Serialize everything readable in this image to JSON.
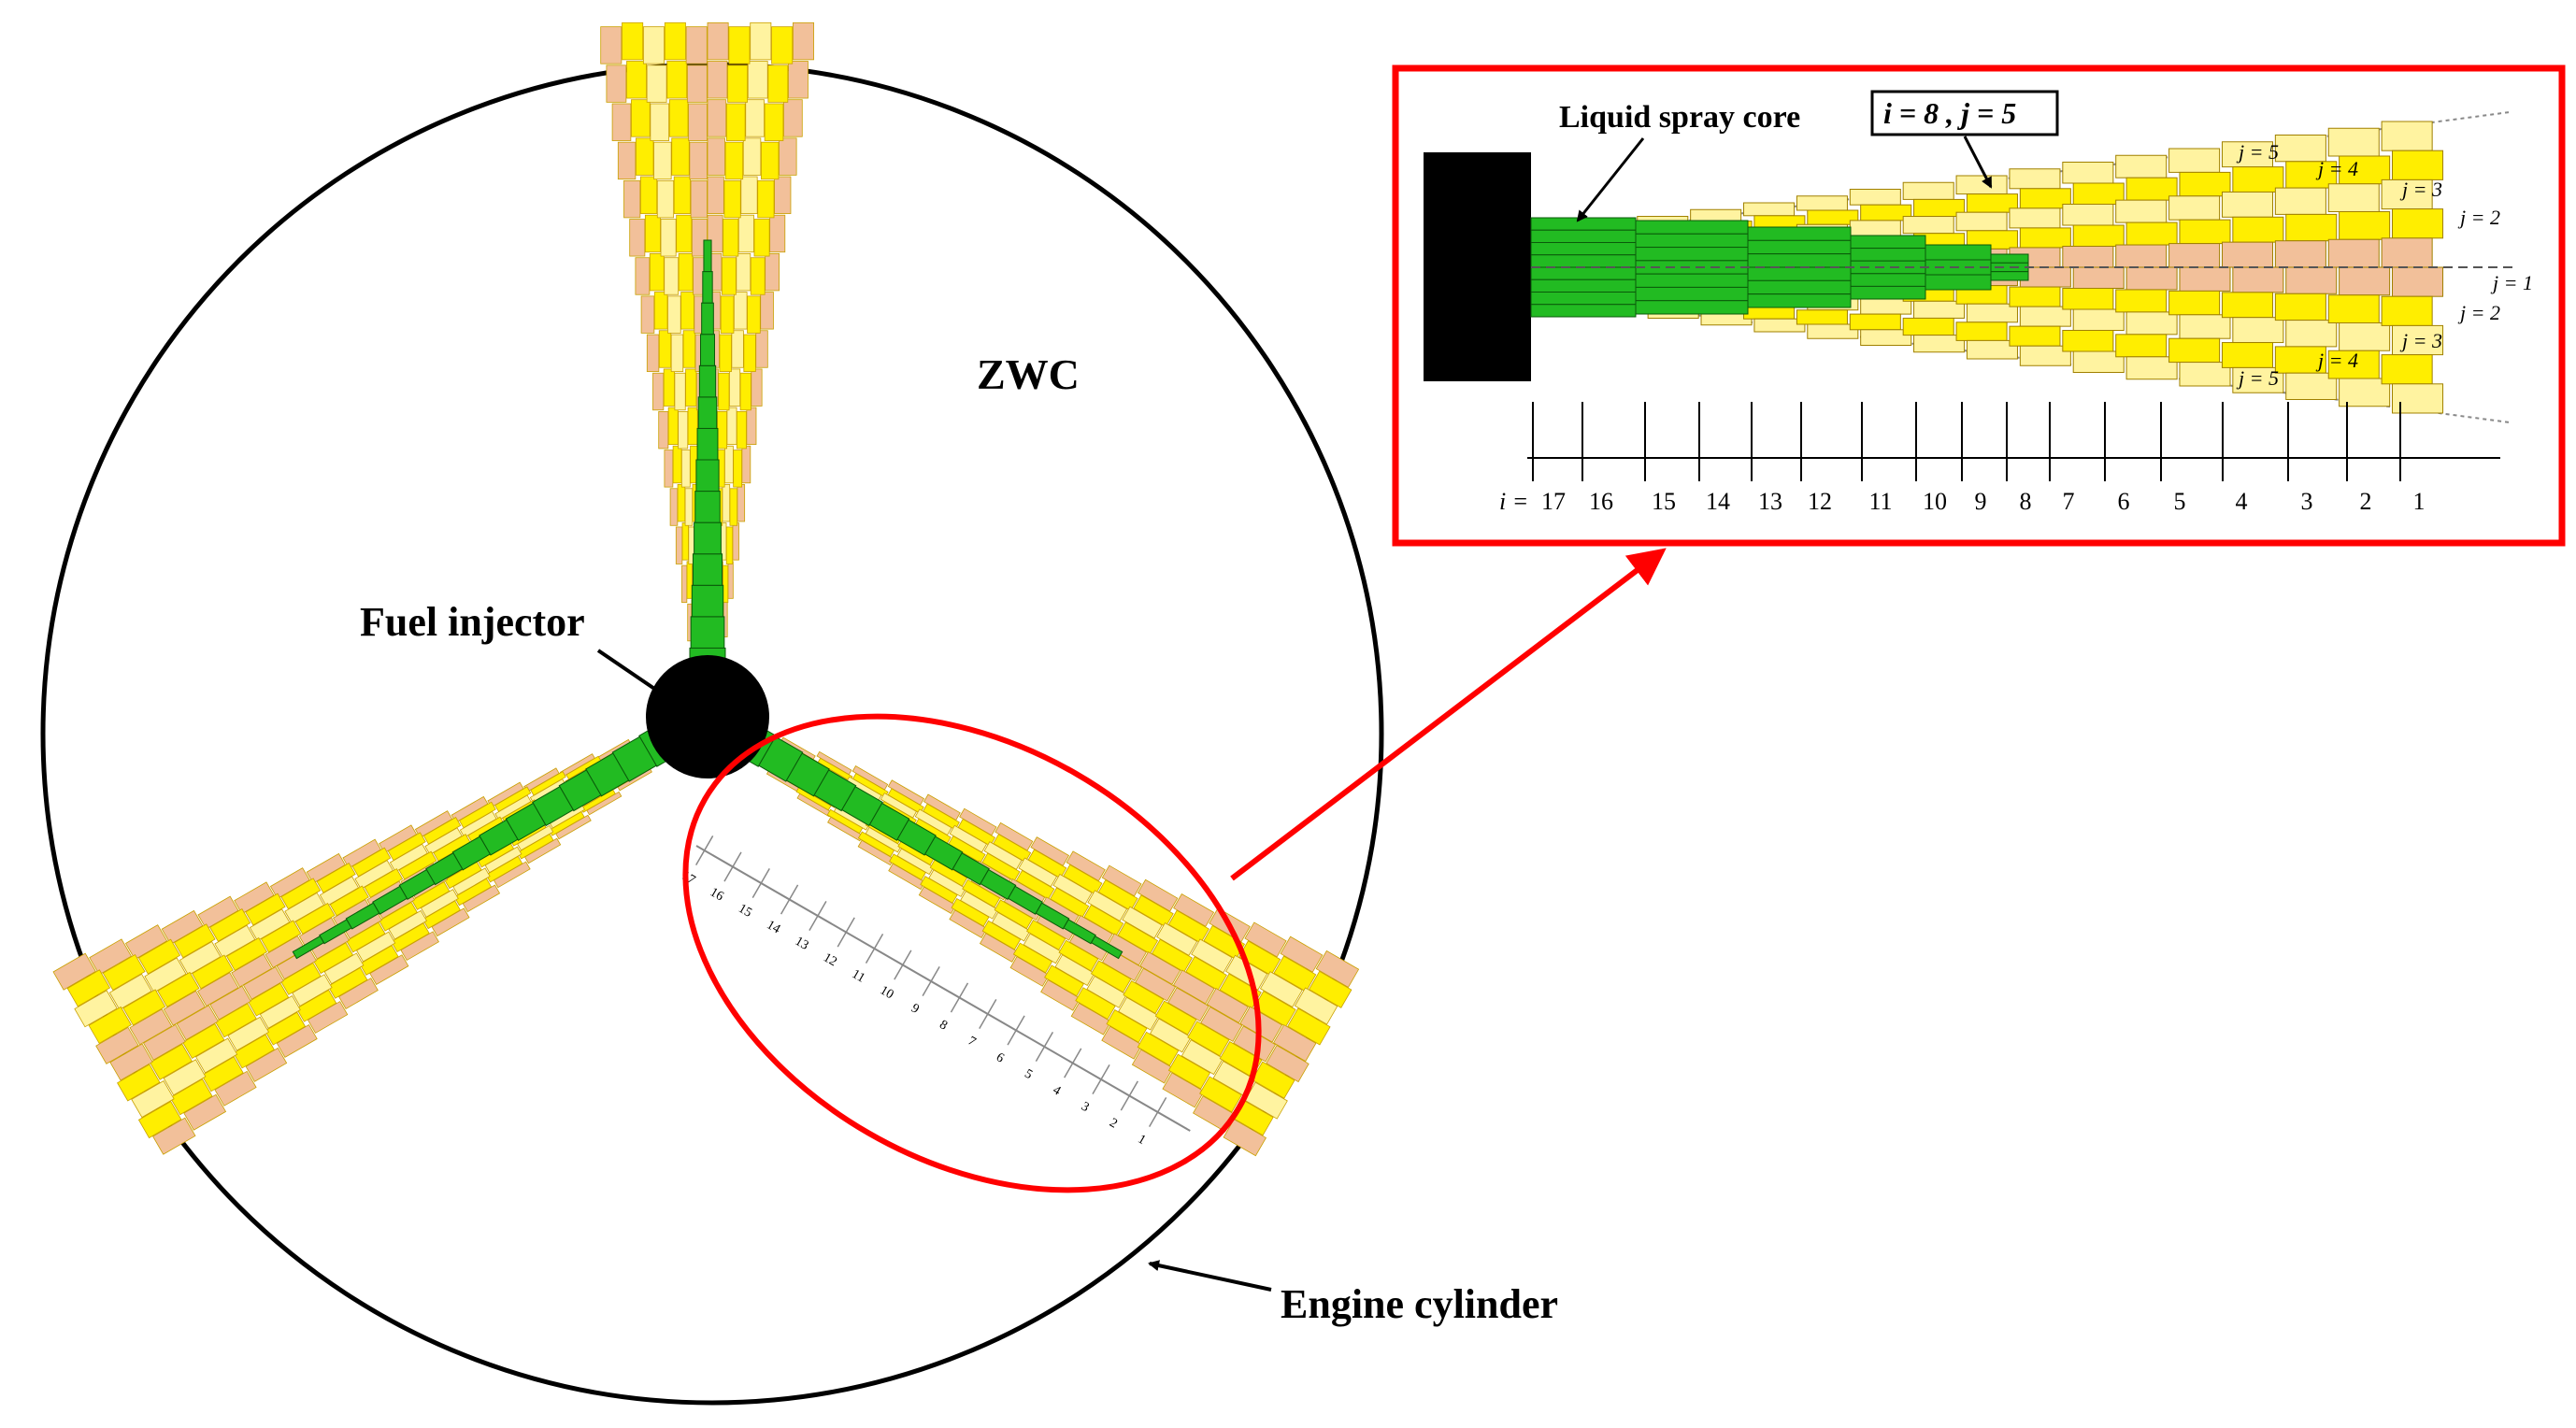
{
  "labels": {
    "zwc": "ZWC",
    "fuel_injector": "Fuel injector",
    "engine_cylinder": "Engine cylinder",
    "liquid_spray_core": "Liquid spray core",
    "cell_example": "i = 8 , j = 5"
  },
  "axis": {
    "i_prefix": "i =",
    "i_ticks": [
      "17",
      "16",
      "15",
      "14",
      "13",
      "12",
      "11",
      "10",
      "9",
      "8",
      "7",
      "6",
      "5",
      "4",
      "3",
      "2",
      "1"
    ],
    "j_labels": [
      "j = 5",
      "j = 4",
      "j = 3",
      "j = 2",
      "j = 1",
      "j = 2",
      "j = 3",
      "j = 4",
      "j = 5"
    ]
  },
  "colors": {
    "core": "#22bb22",
    "core_line": "#0a5a0a",
    "yellow": "#ffee00",
    "pale_yellow": "#fff3a0",
    "peach": "#f2c09a",
    "injector": "#000000",
    "highlight": "#ff0000"
  },
  "sprays": [
    {
      "name": "spray-top",
      "angle_deg": -90
    },
    {
      "name": "spray-lower-left",
      "angle_deg": 150
    },
    {
      "name": "spray-lower-right",
      "angle_deg": 30
    }
  ]
}
